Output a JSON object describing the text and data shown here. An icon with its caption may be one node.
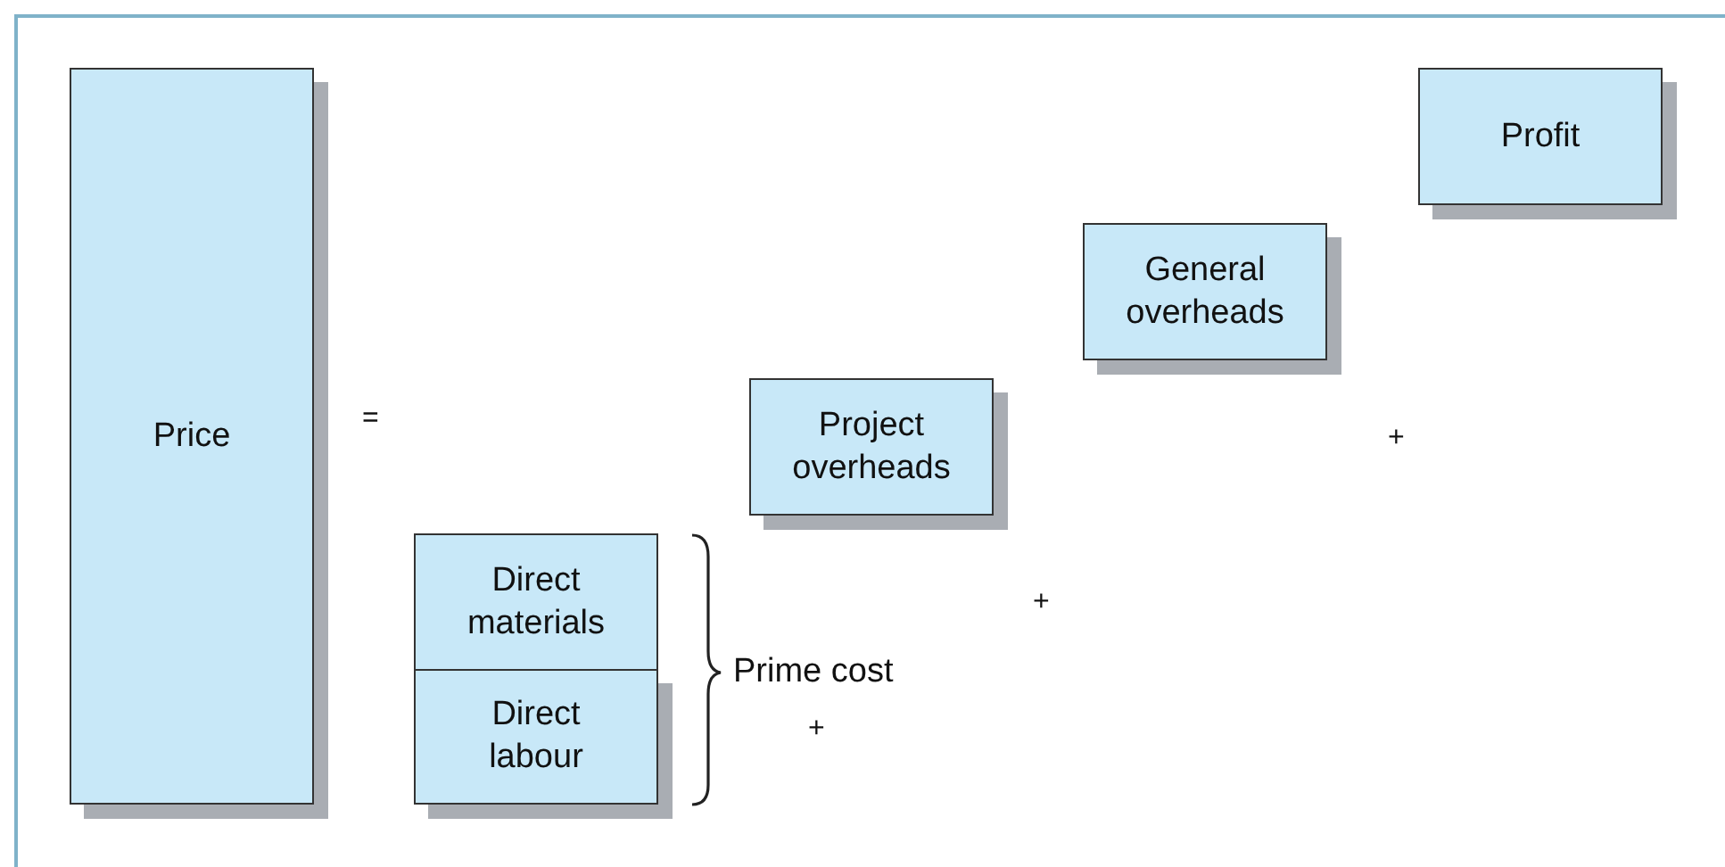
{
  "diagram": {
    "nodes": [
      {
        "text": [
          "Price"
        ]
      },
      {
        "text": [
          "Direct materials"
        ]
      },
      {
        "text": [
          "Direct labour"
        ]
      },
      {
        "text": [
          "Project overheads"
        ]
      },
      {
        "text": [
          "General overheads"
        ]
      },
      {
        "text": [
          "Profit"
        ]
      }
    ],
    "labels": [
      "=",
      "Prime cost",
      "+",
      "+",
      "+"
    ]
  }
}
